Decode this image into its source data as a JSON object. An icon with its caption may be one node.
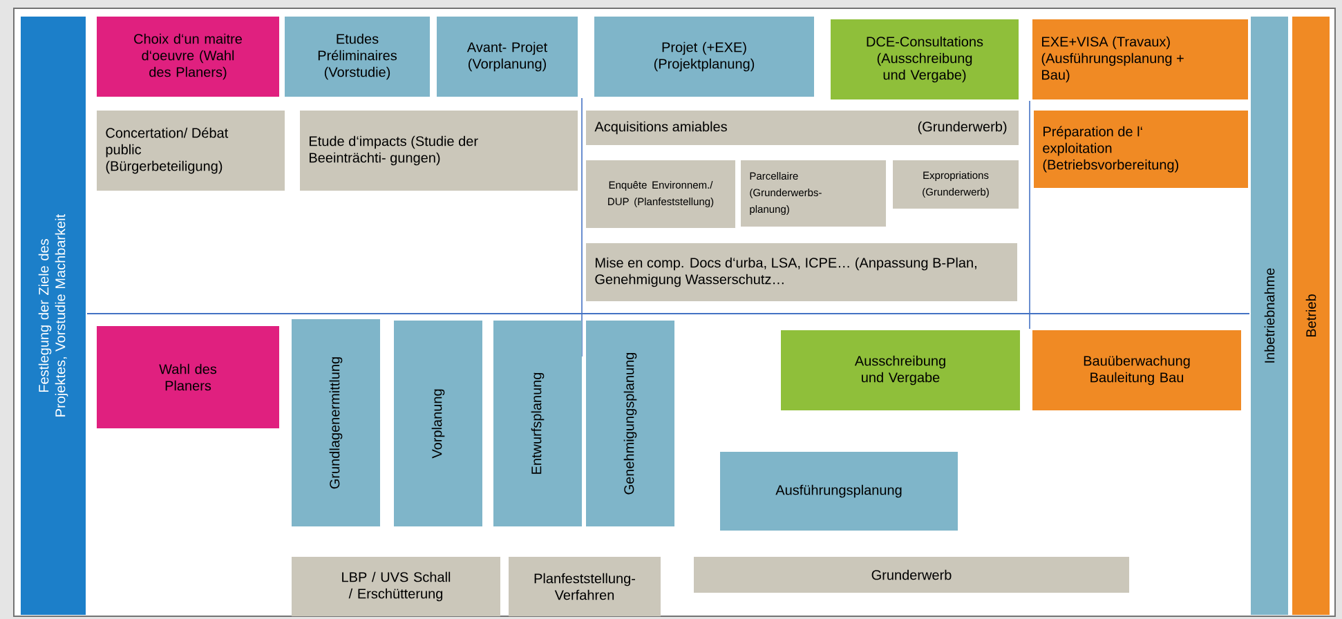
{
  "diagram": {
    "nodes": [
      {
        "text": [
          "Festlegung der Ziele des Projektes, Vorstudie Machbarkeit"
        ]
      },
      {
        "text": [
          "Choix d‘un maitre d‘oeuvre (Wahl des Planers)"
        ]
      },
      {
        "text": [
          "Etudes Préliminaires (Vorstudie)"
        ]
      },
      {
        "text": [
          "Avant- Projet (Vorplanung)"
        ]
      },
      {
        "text": [
          "Projet (+EXE) (Projektplanung)"
        ]
      },
      {
        "text": [
          "DCE-Consultations (Ausschreibung und Vergabe)"
        ]
      },
      {
        "text": [
          "EXE+VISA (Travaux) (Ausführungsplanung + Bau)"
        ]
      },
      {
        "text": [
          "Concertation/ Débat public (Bürgerbeteiligung)"
        ]
      },
      {
        "text": [
          "Etude d‘impacts (Studie der Beeinträchti- gungen)"
        ]
      },
      {
        "text": [
          "Acquisitions amiables",
          "(Grunderwerb)"
        ]
      },
      {
        "text": [
          "Préparation de l‘ exploitation (Betriebsvorbereitung)"
        ]
      },
      {
        "text": [
          "Enquête Environnem./ DUP (Planfeststellung)"
        ]
      },
      {
        "text": [
          "Parcellaire (Grunderwerbs- planung)"
        ]
      },
      {
        "text": [
          "Expropriations (Grunderwerb)"
        ]
      },
      {
        "text": [
          "Mise en comp. Docs d‘urba, LSA, ICPE… (Anpassung B-Plan, Genehmigung Wasserschutz…"
        ]
      },
      {
        "text": [
          "Inbetriebnahme"
        ]
      },
      {
        "text": [
          "Betrieb"
        ]
      },
      {
        "text": [
          "Wahl des Planers"
        ]
      },
      {
        "text": [
          "Grundlagenermittlung"
        ]
      },
      {
        "text": [
          "Vorplanung"
        ]
      },
      {
        "text": [
          "Entwurfsplanung"
        ]
      },
      {
        "text": [
          "Genehmigungsplanung"
        ]
      },
      {
        "text": [
          "Ausschreibung und Vergabe"
        ]
      },
      {
        "text": [
          "Bauüberwachung Bauleitung Bau"
        ]
      },
      {
        "text": [
          "Ausführungsplanung"
        ]
      },
      {
        "text": [
          "LBP / UVS Schall / Erschütterung"
        ]
      },
      {
        "text": [
          "Planfeststellung- Verfahren"
        ]
      },
      {
        "text": [
          "Grunderwerb"
        ]
      }
    ]
  }
}
